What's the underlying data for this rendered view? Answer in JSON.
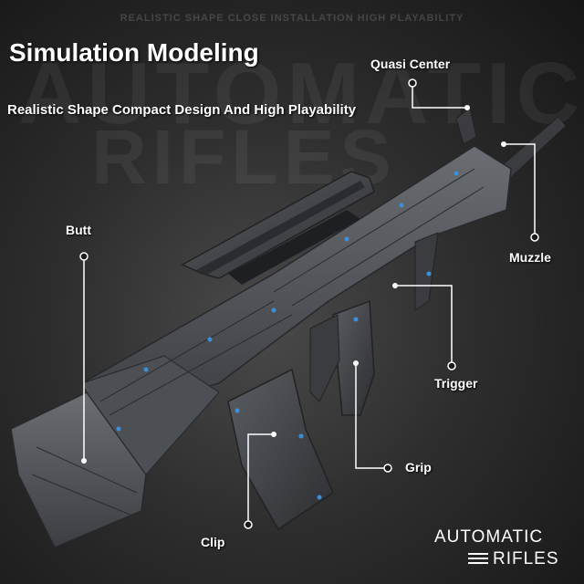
{
  "background": {
    "topline": "REALISTIC SHAPE  CLOSE INSTALLATION  HIGH PLAYABILITY",
    "big_word_1": "AUTOMATIC",
    "big_word_2": "RIFLES"
  },
  "title": "Simulation Modeling",
  "subtitle": "Realistic Shape Compact Design And High Playability",
  "labels": {
    "quasi_center": "Quasi Center",
    "butt": "Butt",
    "muzzle": "Muzzle",
    "trigger": "Trigger",
    "grip": "Grip",
    "clip": "Clip"
  },
  "brand": {
    "line1": "AUTOMATIC",
    "line2": "RIFLES"
  },
  "colors": {
    "background": "#2e2e2e",
    "text": "#ffffff",
    "accent_blue": "#3d8fd8",
    "brick_gray": "#54575c"
  }
}
